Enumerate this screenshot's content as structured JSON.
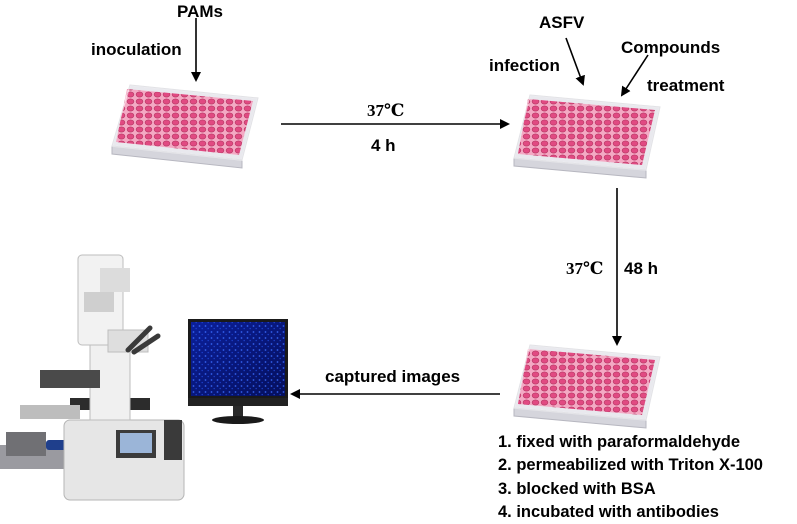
{
  "labels": {
    "pams": "PAMs",
    "inoculation": "inoculation",
    "asfv": "ASFV",
    "infection": "infection",
    "compounds": "Compounds",
    "treatment": "treatment",
    "temp1": "37℃",
    "time1": "4 h",
    "temp2": "37℃",
    "time2": "48 h",
    "captured": "captured images"
  },
  "steps": [
    "1. fixed with paraformaldehyde",
    "2. permeabilized with Triton X-100",
    "3. blocked with BSA",
    "4. incubated with antibodies"
  ],
  "colors": {
    "plate_fill": "#f4a9c4",
    "well": "#e0457f",
    "monitor_screen": "#0a1a8a",
    "arrow": "#000000"
  }
}
